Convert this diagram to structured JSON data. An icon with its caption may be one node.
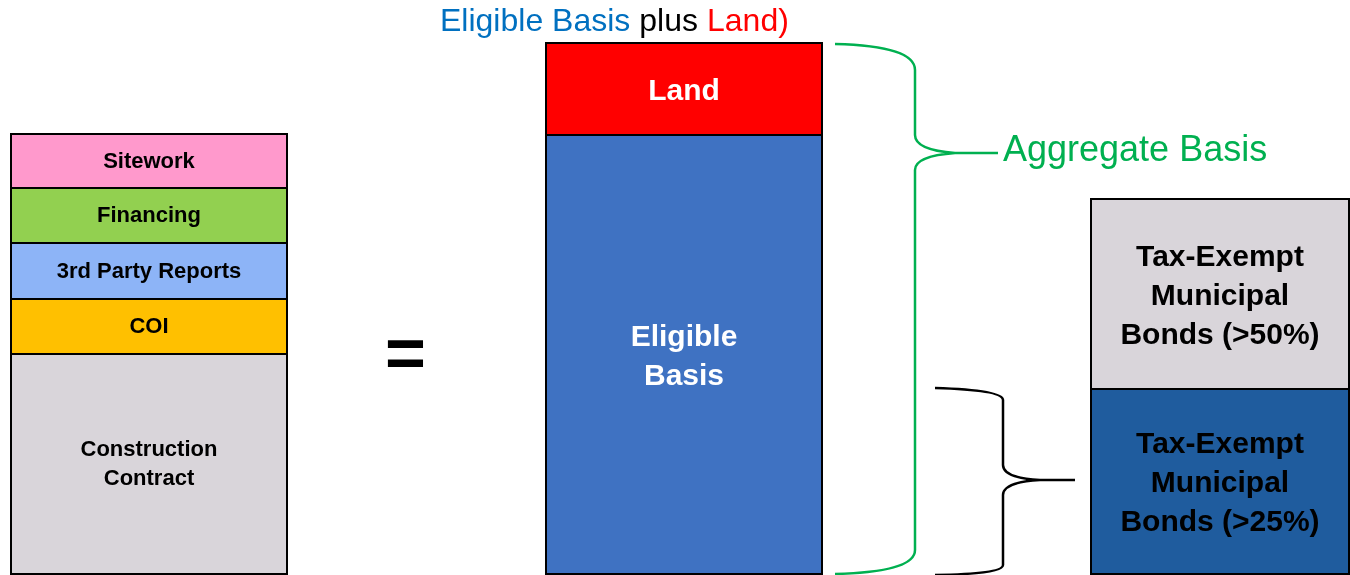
{
  "diagram": {
    "nodes": [
      {
        "text": [
          "Sitework"
        ]
      },
      {
        "text": [
          "Financing"
        ]
      },
      {
        "text": [
          "3rd Party Reports"
        ]
      },
      {
        "text": [
          "COI"
        ]
      },
      {
        "text": [
          "Construction Contract"
        ]
      },
      {
        "text": [
          "Land"
        ]
      },
      {
        "text": [
          "Eligible Basis"
        ]
      },
      {
        "text": [
          "Tax-Exempt Municipal Bonds (>50%)"
        ]
      },
      {
        "text": [
          "Tax-Exempt Municipal Bonds (>25%)"
        ]
      }
    ],
    "labels": [
      "Eligible Basis",
      "plus",
      "Land)",
      "=",
      "Aggregate Basis"
    ]
  }
}
